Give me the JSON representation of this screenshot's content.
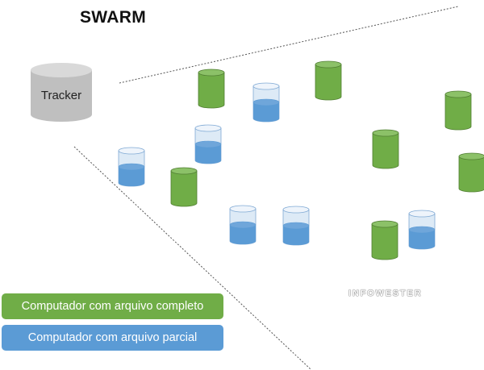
{
  "title": "SWARM",
  "tracker": {
    "label": "Tracker",
    "color": "#bfbfbf"
  },
  "legend": {
    "complete": {
      "label": "Computador com arquivo completo",
      "color": "#70ad47"
    },
    "partial": {
      "label": "Computador com arquivo parcial",
      "color": "#5b9bd5"
    }
  },
  "watermark": "INFOWESTER",
  "peers": [
    {
      "type": "complete"
    },
    {
      "type": "partial"
    },
    {
      "type": "complete"
    },
    {
      "type": "complete"
    },
    {
      "type": "partial"
    },
    {
      "type": "partial"
    },
    {
      "type": "complete"
    },
    {
      "type": "complete"
    },
    {
      "type": "partial"
    },
    {
      "type": "partial"
    },
    {
      "type": "complete"
    },
    {
      "type": "partial"
    },
    {
      "type": "complete"
    }
  ]
}
